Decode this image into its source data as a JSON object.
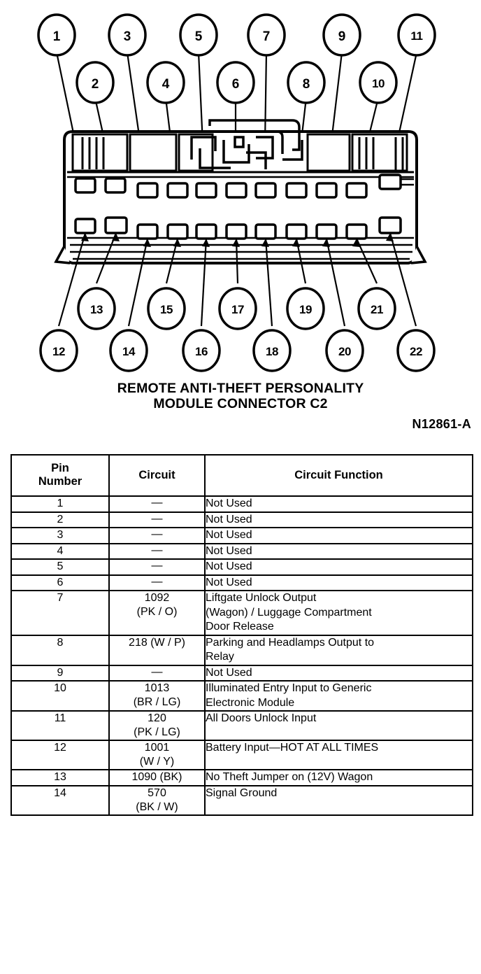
{
  "diagram": {
    "caption_line1": "REMOTE ANTI-THEFT PERSONALITY",
    "caption_line2": "MODULE CONNECTOR C2",
    "part_number": "N12861-A",
    "connector_name": "Remote Anti-Theft Personality Module Connector C2",
    "top_row_callouts": [
      "1",
      "2",
      "3",
      "4",
      "5",
      "6",
      "7",
      "8",
      "9",
      "10",
      "11"
    ],
    "bottom_row_callouts": [
      "12",
      "13",
      "14",
      "15",
      "16",
      "17",
      "18",
      "19",
      "20",
      "21",
      "22"
    ],
    "callout_labels": {
      "c1": "1",
      "c2": "2",
      "c3": "3",
      "c4": "4",
      "c5": "5",
      "c6": "6",
      "c7": "7",
      "c8": "8",
      "c9": "9",
      "c10": "10",
      "c11": "11",
      "c12": "12",
      "c13": "13",
      "c14": "14",
      "c15": "15",
      "c16": "16",
      "c17": "17",
      "c18": "18",
      "c19": "19",
      "c20": "20",
      "c21": "21",
      "c22": "22"
    },
    "line_color": "#000000",
    "fill_color": "#ffffff"
  },
  "table": {
    "headers": [
      "Pin\nNumber",
      "Circuit",
      "Circuit Function"
    ],
    "header_pin": "Pin\nNumber",
    "header_circuit": "Circuit",
    "header_function": "Circuit Function",
    "rows": [
      {
        "pin": "1",
        "circuit": "—",
        "function": "Not Used"
      },
      {
        "pin": "2",
        "circuit": "—",
        "function": "Not Used"
      },
      {
        "pin": "3",
        "circuit": "—",
        "function": "Not Used"
      },
      {
        "pin": "4",
        "circuit": "—",
        "function": "Not Used"
      },
      {
        "pin": "5",
        "circuit": "—",
        "function": "Not Used"
      },
      {
        "pin": "6",
        "circuit": "—",
        "function": "Not Used"
      },
      {
        "pin": "7",
        "circuit": "1092\n(PK / O)",
        "function": "Liftgate Unlock Output\n(Wagon) / Luggage Compartment\nDoor Release"
      },
      {
        "pin": "8",
        "circuit": "218 (W / P)",
        "function": "Parking and Headlamps Output to\nRelay"
      },
      {
        "pin": "9",
        "circuit": "—",
        "function": "Not Used"
      },
      {
        "pin": "10",
        "circuit": "1013\n(BR / LG)",
        "function": "Illuminated Entry Input to Generic\nElectronic Module"
      },
      {
        "pin": "11",
        "circuit": "120\n(PK / LG)",
        "function": "All Doors Unlock Input"
      },
      {
        "pin": "12",
        "circuit": "1001\n(W / Y)",
        "function": "Battery Input—HOT AT ALL TIMES"
      },
      {
        "pin": "13",
        "circuit": "1090 (BK)",
        "function": "No Theft Jumper on (12V) Wagon"
      },
      {
        "pin": "14",
        "circuit": "570\n(BK / W)",
        "function": "Signal Ground"
      }
    ]
  }
}
